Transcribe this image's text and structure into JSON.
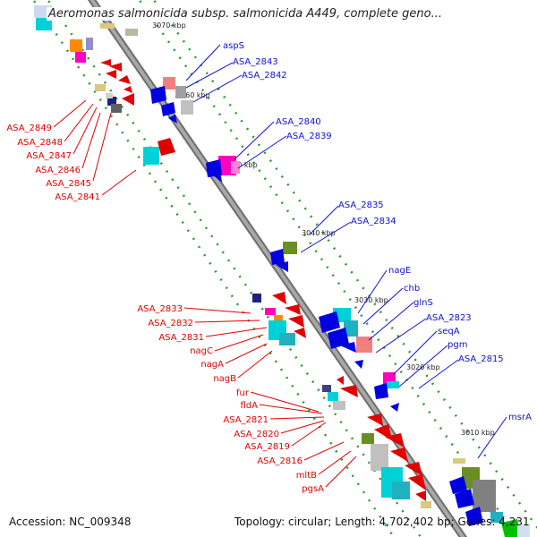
{
  "title": "Aeromonas salmonicida subsp. salmonicida A449, complete geno...",
  "accession": "Accession: NC_009348",
  "topology": "Topology: circular; Length: 4,702,402 bp; Genes: 4,231",
  "colors": {
    "backbone": "#8c8c8c",
    "dots": "#2a9a2a",
    "red_label": "#e00000",
    "blue_label": "#1010d0",
    "forward_arrow": "#e00000",
    "reverse_arrow": "#0000e0"
  },
  "ticks": [
    "3070 kbp",
    "3060 kbp",
    "3050 kbp",
    "3040 kbp",
    "3030 kbp",
    "3020 kbp",
    "3010 kbp"
  ],
  "right_labels": [
    "aspS",
    "ASA_2843",
    "ASA_2842",
    "ASA_2840",
    "ASA_2839",
    "ASA_2835",
    "ASA_2834",
    "nagE",
    "chb",
    "glnS",
    "ASA_2823",
    "seqA",
    "pgm",
    "ASA_2815",
    "msrA"
  ],
  "left_labels": [
    "ASA_2849",
    "ASA_2848",
    "ASA_2847",
    "ASA_2846",
    "ASA_2845",
    "ASA_2841",
    "ASA_2833",
    "ASA_2832",
    "ASA_2831",
    "nagC",
    "nagA",
    "nagB",
    "fur",
    "fldA",
    "ASA_2821",
    "ASA_2820",
    "ASA_2819",
    "ASA_2816",
    "mltB",
    "pgsA"
  ]
}
